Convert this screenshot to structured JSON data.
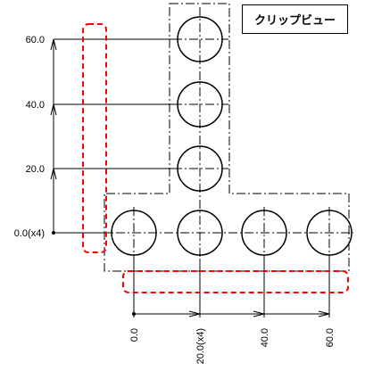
{
  "title": "クリップビュー",
  "y_dimension_labels": [
    "60.0",
    "40.0",
    "20.0",
    "0.0(x4)"
  ],
  "x_dimension_labels": [
    "0.0",
    "20.0(x4)",
    "40.0",
    "60.0"
  ],
  "holes": {
    "horizontal_row_count": 4,
    "vertical_column_count": 3
  },
  "colors": {
    "line": "#000000",
    "clip_highlight": "#ff0000"
  }
}
